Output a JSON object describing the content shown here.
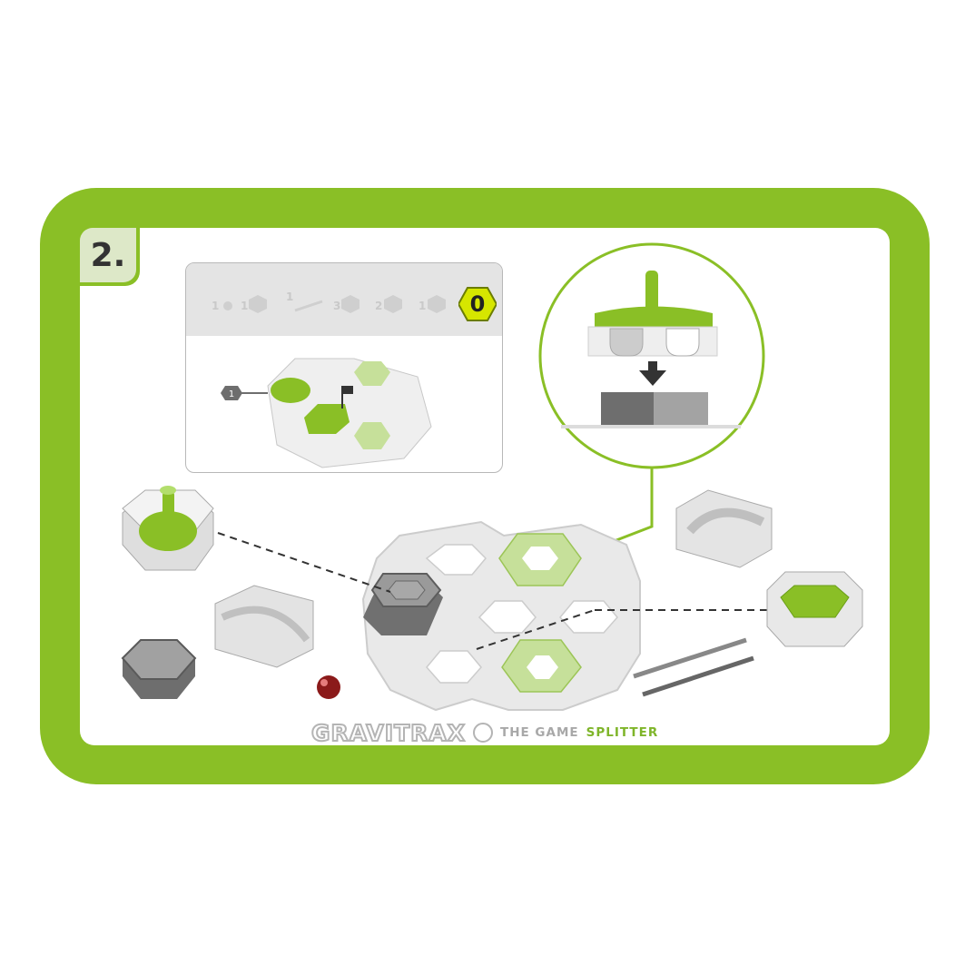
{
  "step": {
    "number": "2."
  },
  "mini_panel": {
    "inventory": [
      {
        "count": "1",
        "icon": "ball-icon"
      },
      {
        "count": "1",
        "icon": "tile-icon"
      },
      {
        "count": "1",
        "icon": "rail-icon"
      },
      {
        "count": "3",
        "icon": "tile-icon"
      },
      {
        "count": "2",
        "icon": "tile-icon"
      },
      {
        "count": "1",
        "icon": "tile-icon"
      }
    ],
    "score": "0",
    "callout": "1"
  },
  "brand": {
    "logo": "GRAVITRAX",
    "subtitle": "THE GAME",
    "name": "SPLITTER"
  },
  "colors": {
    "green": "#8abf26",
    "light_green": "#c6e09a",
    "grey": "#8a8a8a",
    "score_yellow": "#d6e600"
  }
}
